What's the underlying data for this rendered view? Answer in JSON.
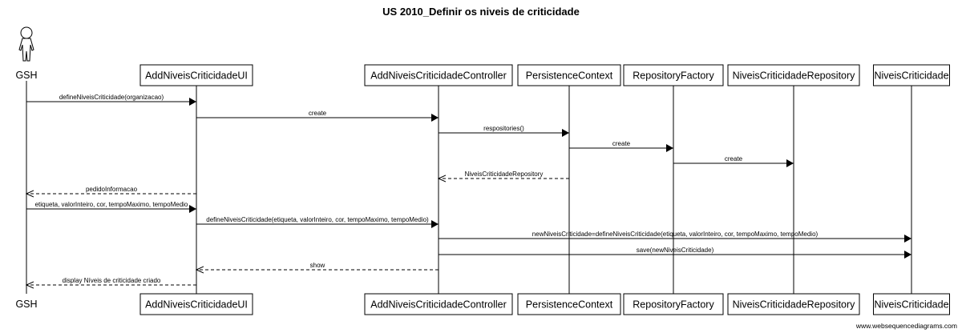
{
  "title": "US 2010_Definir os niveis de criticidade",
  "watermark": "www.websequencediagrams.com",
  "actor": {
    "label": "GSH",
    "icon": "person-icon"
  },
  "participants": [
    {
      "key": "gsh",
      "label": "GSH",
      "kind": "actor"
    },
    {
      "key": "ui",
      "label": "AddNiveisCriticidadeUI",
      "kind": "participant"
    },
    {
      "key": "ctrl",
      "label": "AddNiveisCriticidadeController",
      "kind": "participant"
    },
    {
      "key": "pc",
      "label": "PersistenceContext",
      "kind": "participant"
    },
    {
      "key": "rf",
      "label": "RepositoryFactory",
      "kind": "participant"
    },
    {
      "key": "repo",
      "label": "NiveisCriticidadeRepository",
      "kind": "participant"
    },
    {
      "key": "nc",
      "label": "NiveisCriticidade",
      "kind": "participant"
    }
  ],
  "messages": [
    {
      "from": "gsh",
      "to": "ui",
      "label": "defineNiveisCriticidade(organizacao)",
      "style": "sync"
    },
    {
      "from": "ui",
      "to": "ctrl",
      "label": "create",
      "style": "sync"
    },
    {
      "from": "ctrl",
      "to": "pc",
      "label": "respositories()",
      "style": "sync"
    },
    {
      "from": "pc",
      "to": "rf",
      "label": "create",
      "style": "sync"
    },
    {
      "from": "rf",
      "to": "repo",
      "label": "create",
      "style": "sync"
    },
    {
      "from": "pc",
      "to": "ctrl",
      "label": "NiveisCriticidadeRepository",
      "style": "return"
    },
    {
      "from": "ui",
      "to": "gsh",
      "label": "pedidoInformacao",
      "style": "return"
    },
    {
      "from": "gsh",
      "to": "ui",
      "label": "etiqueta, valorInteiro, cor, tempoMaximo, tempoMedio",
      "style": "sync"
    },
    {
      "from": "ui",
      "to": "ctrl",
      "label": "defineNiveisCriticidade(etiqueta, valorInteiro, cor, tempoMaximo, tempoMedio)",
      "style": "sync"
    },
    {
      "from": "ctrl",
      "to": "nc",
      "label": "newNiveisCriticidade=defineNiveisCriticidade(etiqueta, valorInteiro, cor, tempoMaximo, tempoMedio)",
      "style": "sync"
    },
    {
      "from": "ctrl",
      "to": "nc",
      "label": "save(newNiveisCriticidade)",
      "style": "sync"
    },
    {
      "from": "ctrl",
      "to": "ui",
      "label": "show",
      "style": "return"
    },
    {
      "from": "ui",
      "to": "gsh",
      "label": "display Níveis de criticidade criado",
      "style": "return"
    }
  ]
}
